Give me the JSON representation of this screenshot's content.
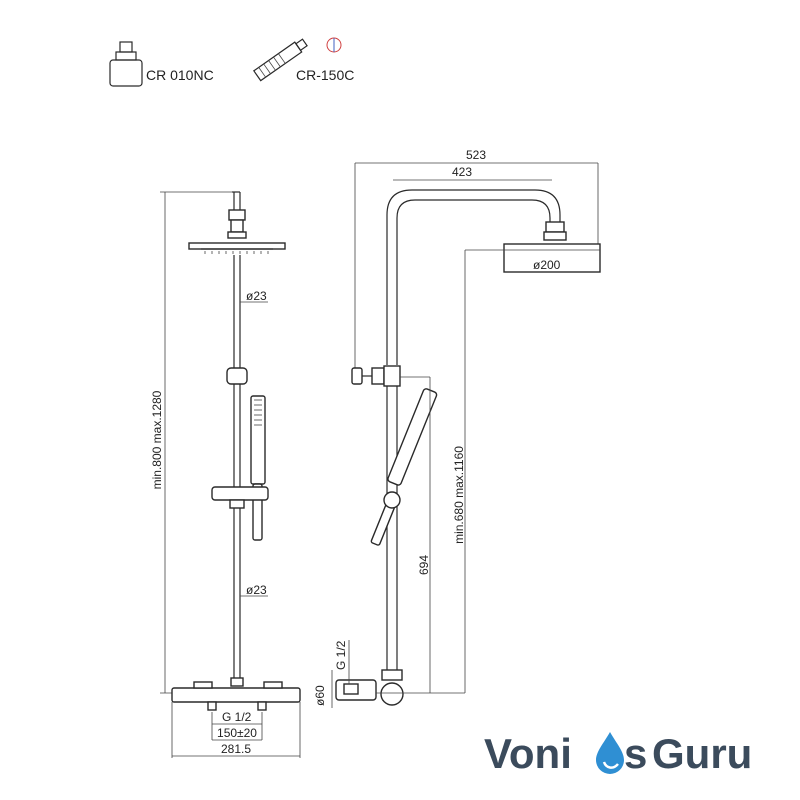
{
  "parts": {
    "cartridge_label": "CR 010NC",
    "thermo_label": "CR-150C"
  },
  "dimensions": {
    "front_height": "min.800 max.1280",
    "front_tube_upper": "ø23",
    "front_tube_lower": "ø23",
    "front_inlet": "G 1/2",
    "front_spacing": "150±20",
    "front_width": "281.5",
    "side_total_reach": "523",
    "side_arm_reach": "423",
    "side_head_diameter": "ø200",
    "side_height": "min.680 max.1160",
    "side_lower_height": "694",
    "side_inlet": "G 1/2",
    "side_body_diameter": "ø60"
  },
  "brand": {
    "part1": "Voni",
    "part2": "s",
    "part3": "Guru",
    "text_color": "#3b4b5c",
    "drop_color": "#2f8fd3"
  }
}
